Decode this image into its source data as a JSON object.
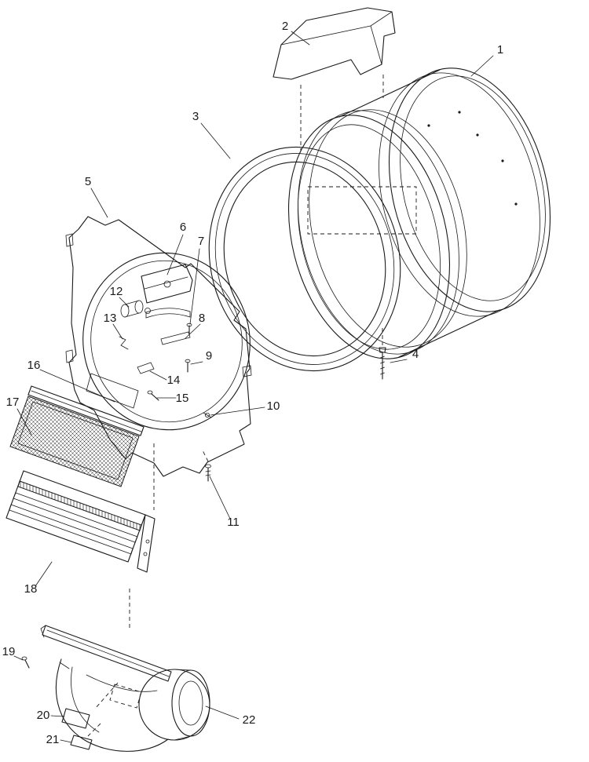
{
  "diagram": {
    "background": "#ffffff",
    "line_color": "#1a1a1a",
    "labels": [
      {
        "num": "1"
      },
      {
        "num": "2"
      },
      {
        "num": "3"
      },
      {
        "num": "4"
      },
      {
        "num": "5"
      },
      {
        "num": "6"
      },
      {
        "num": "7"
      },
      {
        "num": "8"
      },
      {
        "num": "9"
      },
      {
        "num": "10"
      },
      {
        "num": "11"
      },
      {
        "num": "12"
      },
      {
        "num": "13"
      },
      {
        "num": "14"
      },
      {
        "num": "15"
      },
      {
        "num": "16"
      },
      {
        "num": "17"
      },
      {
        "num": "18"
      },
      {
        "num": "19"
      },
      {
        "num": "20"
      },
      {
        "num": "21"
      },
      {
        "num": "22"
      }
    ]
  }
}
